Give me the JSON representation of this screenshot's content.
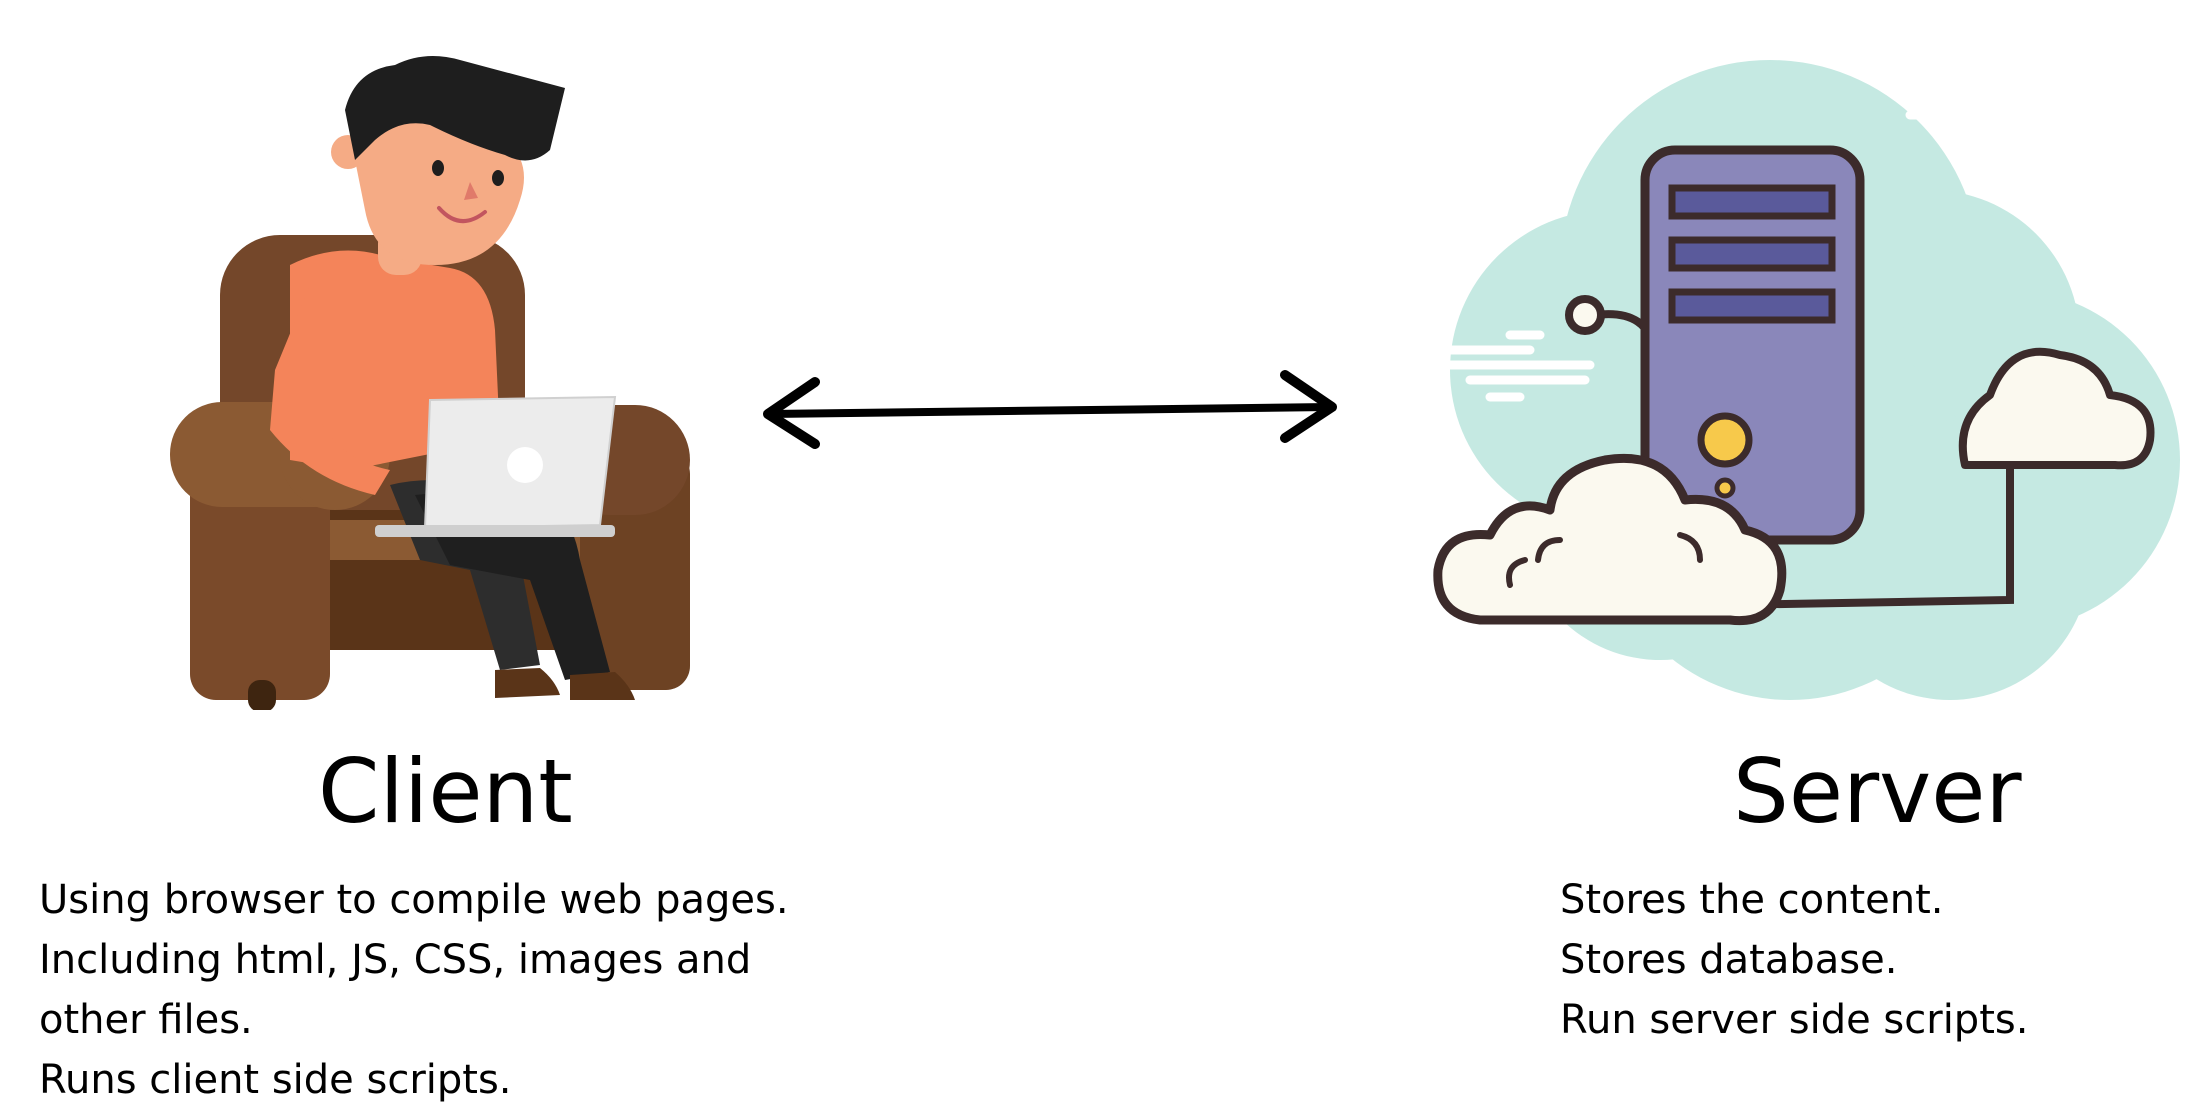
{
  "client": {
    "title": "Client",
    "lines": [
      "Using browser to compile web pages.",
      "Including html, JS, CSS, images and",
      "other files.",
      "Runs client side scripts."
    ],
    "icon": "person-on-armchair-with-laptop"
  },
  "server": {
    "title": "Server",
    "lines": [
      "Stores the content.",
      "Stores database.",
      "Run server side scripts."
    ],
    "icon": "server-tower-in-clouds"
  },
  "connector": {
    "icon": "double-headed-arrow"
  },
  "colors": {
    "armchair": "#74472a",
    "shirt": "#f4845a",
    "skin": "#f5ab85",
    "hair": "#1e1e1e",
    "laptop": "#eeeeee",
    "cloud_teal": "#c5e9e2",
    "server_purple": "#8a87ba",
    "cloud_cream": "#fbf9ef",
    "outline": "#3c2b2b",
    "led": "#f7c94b"
  }
}
